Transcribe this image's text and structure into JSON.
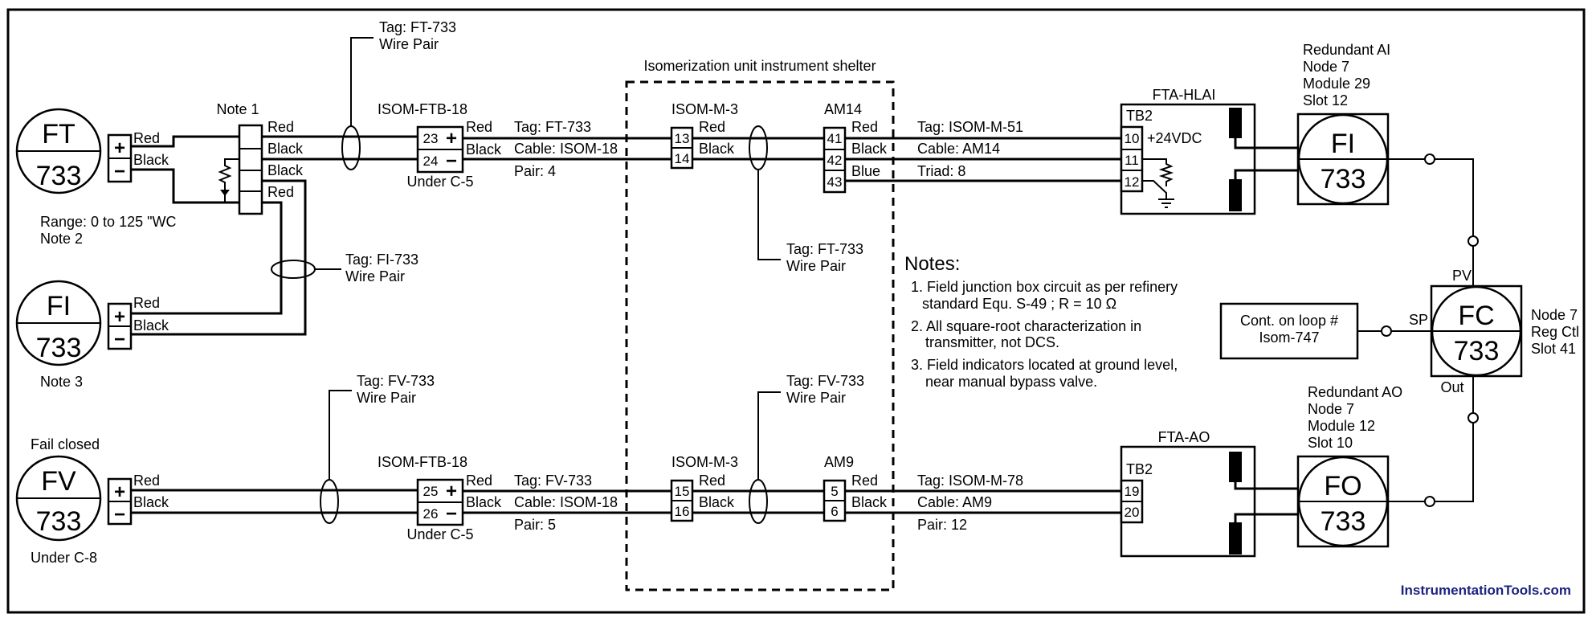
{
  "colors": {
    "ink": "#000000",
    "brand": "#1a237e",
    "background": "#ffffff"
  },
  "ft": {
    "label": "FT",
    "num": "733",
    "red": "Red",
    "black": "Black",
    "range": "Range: 0 to 125 \"WC",
    "note": "Note 2"
  },
  "fi_field": {
    "label": "FI",
    "num": "733",
    "red": "Red",
    "black": "Black",
    "note": "Note 3"
  },
  "fv": {
    "label": "FV",
    "num": "733",
    "red": "Red",
    "black": "Black",
    "status": "Fail closed",
    "loc": "Under C-8"
  },
  "jb": {
    "note": "Note 1",
    "w1": "Red",
    "w2": "Black",
    "w3": "Black",
    "w4": "Red"
  },
  "tags": {
    "ft_pair_tag": "Tag: FT-733",
    "ft_pair_label": "Wire Pair",
    "fi_pair_tag": "Tag: FI-733",
    "fi_pair_label": "Wire Pair",
    "fv_pair_tag": "Tag: FV-733",
    "fv_pair_label": "Wire Pair",
    "ft_shelter_tag": "Tag: FT-733",
    "ft_shelter_label": "Wire Pair",
    "fv_shelter_tag": "Tag: FV-733",
    "fv_shelter_label": "Wire Pair"
  },
  "ftb_top": {
    "name": "ISOM-FTB-18",
    "t1": "23",
    "t2": "24",
    "loc": "Under C-5",
    "red": "Red",
    "black": "Black"
  },
  "ftb_bot": {
    "name": "ISOM-FTB-18",
    "t1": "25",
    "t2": "26",
    "loc": "Under C-5",
    "red": "Red",
    "black": "Black"
  },
  "cable_top": {
    "tag": "Tag: FT-733",
    "cable": "Cable: ISOM-18",
    "pair": "Pair: 4"
  },
  "cable_bot": {
    "tag": "Tag: FV-733",
    "cable": "Cable: ISOM-18",
    "pair": "Pair: 5"
  },
  "shelter": {
    "title": "Isomerization unit instrument shelter"
  },
  "isom_top": {
    "name": "ISOM-M-3",
    "t1": "13",
    "t2": "14",
    "red": "Red",
    "black": "Black"
  },
  "isom_bot": {
    "name": "ISOM-M-3",
    "t1": "15",
    "t2": "16",
    "red": "Red",
    "black": "Black"
  },
  "am_top": {
    "name": "AM14",
    "t1": "41",
    "t2": "42",
    "t3": "43",
    "red": "Red",
    "black": "Black",
    "blue": "Blue"
  },
  "am_bot": {
    "name": "AM9",
    "t1": "5",
    "t2": "6",
    "red": "Red",
    "black": "Black"
  },
  "mcable_top": {
    "tag": "Tag: ISOM-M-51",
    "cable": "Cable: AM14",
    "triad": "Triad: 8"
  },
  "mcable_bot": {
    "tag": "Tag: ISOM-M-78",
    "cable": "Cable: AM9",
    "pair": "Pair: 12"
  },
  "notes": {
    "title": "Notes:",
    "n1a": "1. Field junction box circuit as per refinery",
    "n1b": "standard Equ. S-49 ; R = 10 Ω",
    "n2a": "2. All square-root characterization in",
    "n2b": "transmitter, not DCS.",
    "n3a": "3. Field indicators located at ground level,",
    "n3b": "near manual bypass valve."
  },
  "fta_hlai": {
    "name": "FTA-HLAI",
    "tb": "TB2",
    "t1": "10",
    "t2": "11",
    "t3": "12",
    "supply": "+24VDC"
  },
  "fta_ao": {
    "name": "FTA-AO",
    "tb": "TB2",
    "t1": "19",
    "t2": "20"
  },
  "ai": {
    "l1": "Redundant AI",
    "l2": "Node 7",
    "l3": "Module 29",
    "l4": "Slot 12",
    "label": "FI",
    "num": "733"
  },
  "ao": {
    "l1": "Redundant AO",
    "l2": "Node 7",
    "l3": "Module 12",
    "l4": "Slot 10",
    "label": "FO",
    "num": "733"
  },
  "fc": {
    "label": "FC",
    "num": "733",
    "pv": "PV",
    "sp": "SP",
    "out": "Out",
    "node": "Node 7",
    "reg": "Reg Ctl",
    "slot": "Slot 41"
  },
  "cont": {
    "l1": "Cont. on loop #",
    "l2": "Isom-747"
  },
  "brand": "InstrumentationTools.com"
}
